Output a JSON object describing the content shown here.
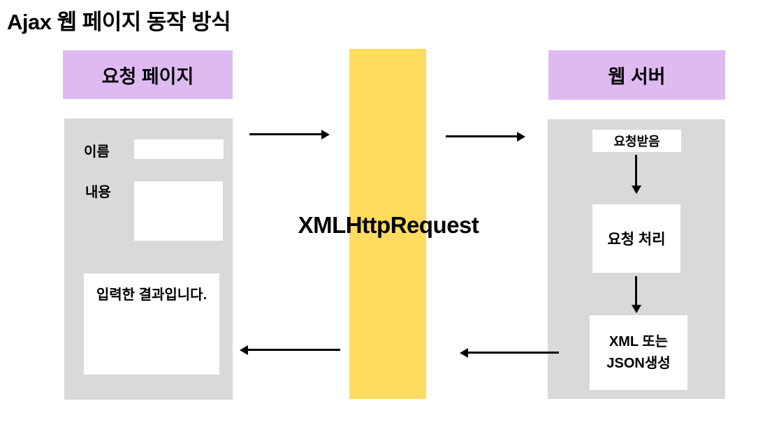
{
  "title": "Ajax 웹 페이지 동작 방식",
  "colors": {
    "header_purple": "#dfbaf1",
    "panel_gray": "#d9d9d9",
    "bar_yellow": "#ffdb5e",
    "box_white": "#ffffff",
    "text_black": "#000000"
  },
  "request_page": {
    "header": "요청 페이지",
    "fields": [
      {
        "label": "이름",
        "value": ""
      },
      {
        "label": "내용",
        "value": ""
      }
    ],
    "result_box_text": "입력한 결과입니다."
  },
  "xhr": {
    "label": "XMLHttpRequest"
  },
  "web_server": {
    "header": "웹 서버",
    "steps": [
      {
        "label": "요청받음"
      },
      {
        "label": "요청 처리"
      },
      {
        "label": "XML 또는\nJSON생성"
      }
    ]
  }
}
